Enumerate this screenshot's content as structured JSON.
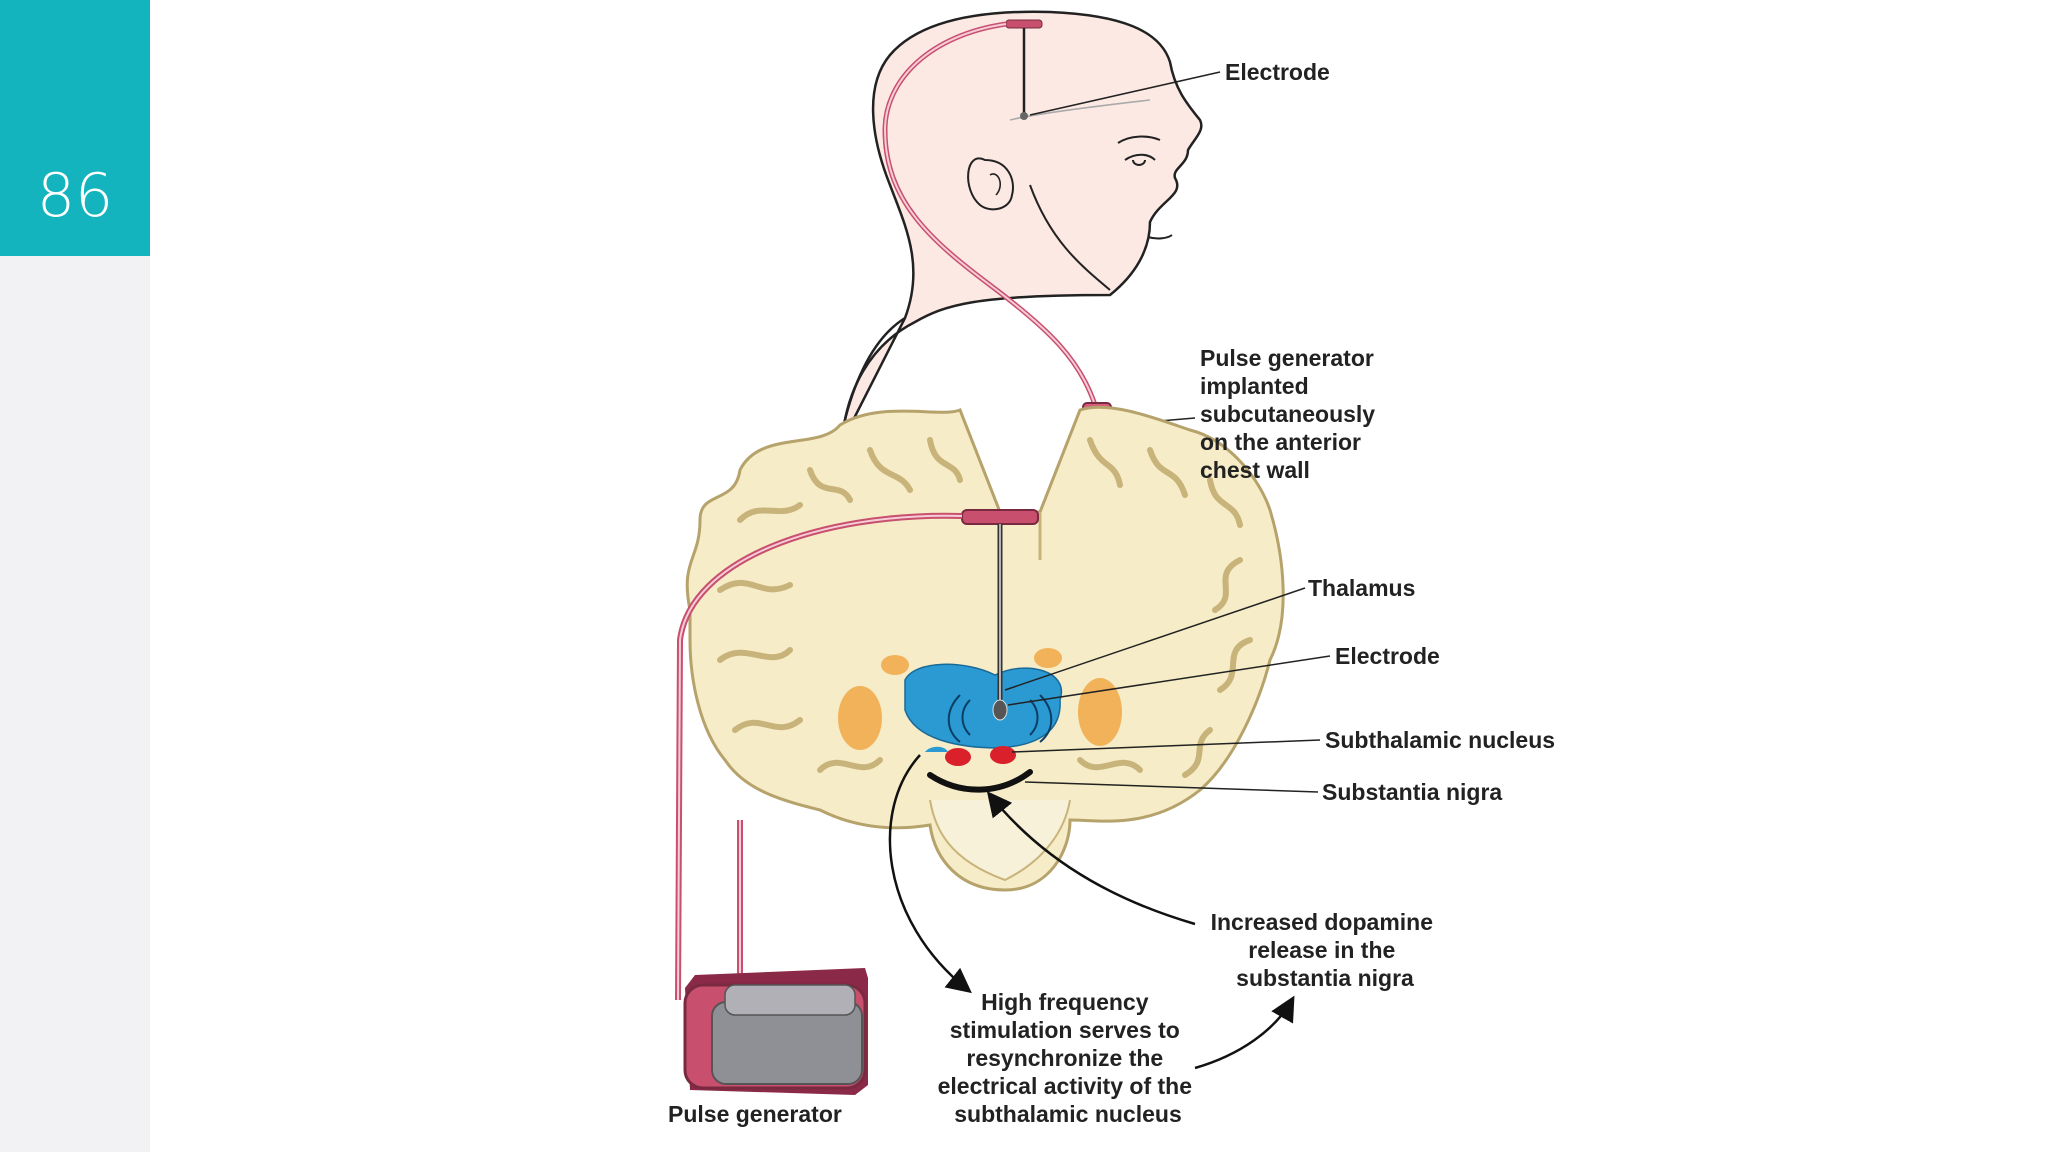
{
  "slide": {
    "number": "86"
  },
  "labels": {
    "electrode_top": "Electrode",
    "pulse_chest": [
      "Pulse generator",
      "implanted",
      "subcutaneously",
      "on the anterior",
      "chest wall"
    ],
    "thalamus": "Thalamus",
    "electrode_brain": "Electrode",
    "subthalamic": "Subthalamic nucleus",
    "substantia": "Substantia nigra",
    "dopamine": [
      "Increased dopamine",
      "release in the",
      "substantia nigra"
    ],
    "high_freq": [
      "High frequency",
      "stimulation serves to",
      "resynchronize the",
      "electrical activity of the",
      "subthalamic nucleus"
    ],
    "pulse_generator": "Pulse generator"
  },
  "colors": {
    "accent": "#14b4bf",
    "skin": "#fde9e4",
    "device": "#c8506e",
    "brain": "#f6ecc7",
    "thalamus": "#2b9ad3",
    "putamen": "#f2b25a",
    "nucleus": "#d9202b"
  }
}
